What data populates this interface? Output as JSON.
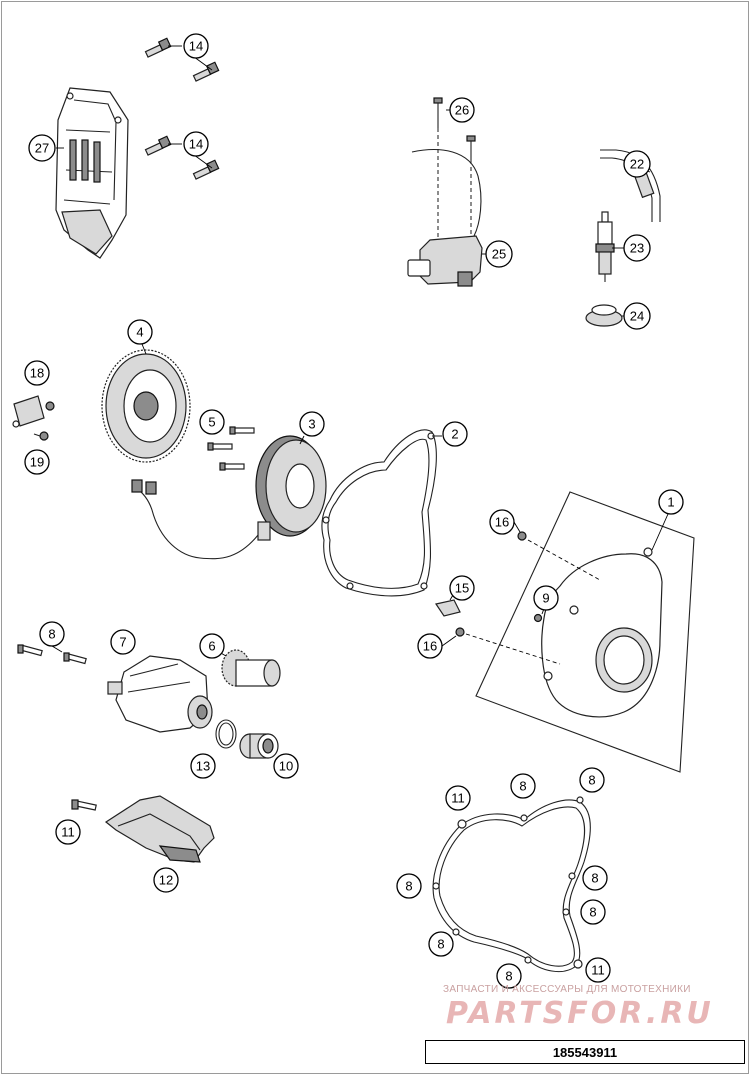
{
  "diagram": {
    "callouts": [
      {
        "id": "c14a",
        "label": "14"
      },
      {
        "id": "c14b",
        "label": "14"
      },
      {
        "id": "c27",
        "label": "27"
      },
      {
        "id": "c26",
        "label": "26"
      },
      {
        "id": "c25",
        "label": "25"
      },
      {
        "id": "c22",
        "label": "22"
      },
      {
        "id": "c23",
        "label": "23"
      },
      {
        "id": "c24",
        "label": "24"
      },
      {
        "id": "c4",
        "label": "4"
      },
      {
        "id": "c18",
        "label": "18"
      },
      {
        "id": "c19",
        "label": "19"
      },
      {
        "id": "c5",
        "label": "5"
      },
      {
        "id": "c3",
        "label": "3"
      },
      {
        "id": "c2",
        "label": "2"
      },
      {
        "id": "c1",
        "label": "1"
      },
      {
        "id": "c16a",
        "label": "16"
      },
      {
        "id": "c9",
        "label": "9"
      },
      {
        "id": "c15",
        "label": "15"
      },
      {
        "id": "c16b",
        "label": "16"
      },
      {
        "id": "c8a",
        "label": "8"
      },
      {
        "id": "c7",
        "label": "7"
      },
      {
        "id": "c6",
        "label": "6"
      },
      {
        "id": "c13",
        "label": "13"
      },
      {
        "id": "c10",
        "label": "10"
      },
      {
        "id": "c11a",
        "label": "11"
      },
      {
        "id": "c12",
        "label": "12"
      },
      {
        "id": "c11b",
        "label": "11"
      },
      {
        "id": "c8b",
        "label": "8"
      },
      {
        "id": "c8c",
        "label": "8"
      },
      {
        "id": "c8d",
        "label": "8"
      },
      {
        "id": "c8e",
        "label": "8"
      },
      {
        "id": "c8f",
        "label": "8"
      },
      {
        "id": "c8g",
        "label": "8"
      },
      {
        "id": "c8h",
        "label": "8"
      },
      {
        "id": "c11c",
        "label": "11"
      }
    ]
  },
  "watermark": {
    "tagline": "ЗАПЧАСТИ И АКСЕССУАРЫ ДЛЯ МОТОТЕХНИКИ",
    "logo": "PARTSFOR.RU"
  },
  "document_number": "185543911",
  "colors": {
    "line": "#000000",
    "watermark": "#e8b6b6"
  }
}
